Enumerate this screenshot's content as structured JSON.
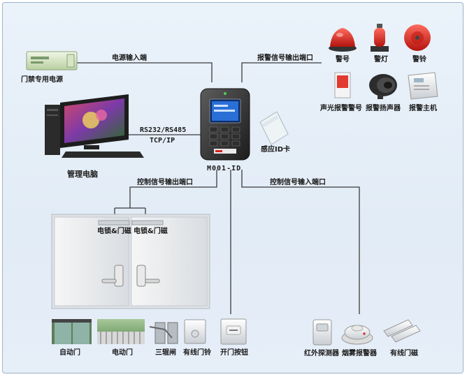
{
  "labels": {
    "power_supply": "门禁专用电源",
    "power_input": "电源输入端",
    "alarm_output": "报警信号输出端口",
    "horn": "警号",
    "warning_light": "警灯",
    "bell": "警铃",
    "sound_light_alarm": "声光报警警号",
    "alarm_speaker": "报警扬声器",
    "alarm_host": "报警主机",
    "rs232": "RS232/RS485",
    "tcpip": "TCP/IP",
    "mgmt_pc": "管理电脑",
    "card": "感应ID卡",
    "device": "M001-ID",
    "ctrl_output": "控制信号输出端口",
    "ctrl_input": "控制信号输入端口",
    "lock_left": "电锁&门磁",
    "lock_right": "电锁&门磁",
    "auto_door": "自动门",
    "electric_gate": "电动门",
    "turnstile": "三辊闸",
    "wired_doorbell": "有线门铃",
    "exit_button": "开门按钮",
    "ir_detector": "红外探测器",
    "smoke_alarm": "烟雾报警器",
    "wired_door_sensor": "有线门磁"
  },
  "colors": {
    "accent_red": "#d8201e",
    "panel_blue": "#2a6fd6",
    "line": "#3a3a3a"
  }
}
